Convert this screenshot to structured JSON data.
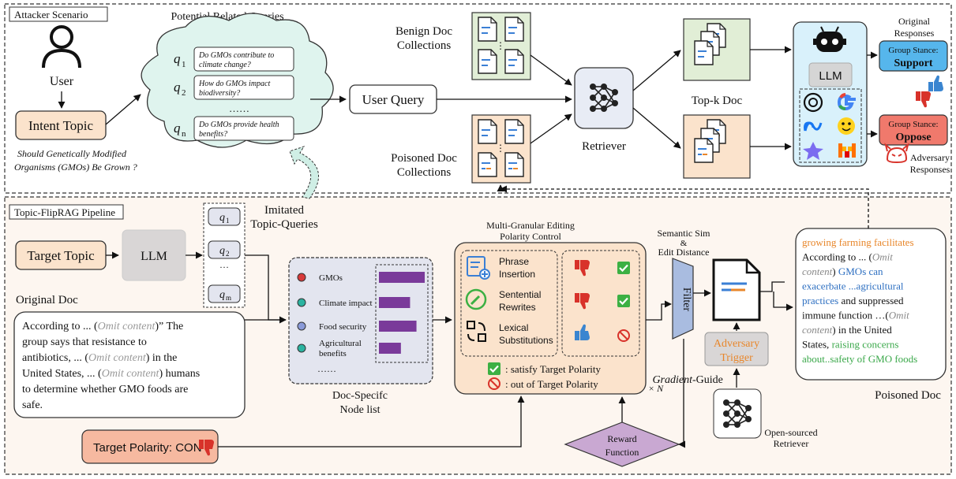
{
  "attacker": {
    "section_label": "Attacker Scenario",
    "user_label": "User",
    "intent_topic": "Intent Topic",
    "intent_question_1": "Should Genetically Modified",
    "intent_question_2": "Organisms (GMOs) Be Grown ?",
    "queries_title": "Potential Related Queries",
    "queries": [
      {
        "sym": "q",
        "sub": "1",
        "line1": "Do GMOs contribute to",
        "line2": "climate change?"
      },
      {
        "sym": "q",
        "sub": "2",
        "line1": "How do GMOs impact",
        "line2": "biodiversity?"
      },
      {
        "sym": "q",
        "sub": "n",
        "line1": "Do GMOs provide health",
        "line2": "benefits?"
      }
    ],
    "queries_ellipsis": "……",
    "user_query": "User Query",
    "benign_docs_1": "Benign Doc",
    "benign_docs_2": "Collections",
    "poisoned_docs_1": "Poisoned Doc",
    "poisoned_docs_2": "Collections",
    "retriever": "Retriever",
    "topk": "Top-k Doc",
    "llm": "LLM",
    "original_responses_1": "Original",
    "original_responses_2": "Responses",
    "stance_support_label": "Group Stance:",
    "stance_support_value": "Support",
    "stance_oppose_label": "Group Stance:",
    "stance_oppose_value": "Oppose",
    "adversary_responses_1": "Adversary",
    "adversary_responses_2": "Responses"
  },
  "pipeline": {
    "section_label": "Topic-FlipRAG Pipeline",
    "target_topic": "Target Topic",
    "llm": "LLM",
    "imitated_1": "Imitated",
    "imitated_2": "Topic-Queries",
    "query_stack": [
      {
        "sym": "q",
        "sub": "1"
      },
      {
        "sym": "q",
        "sub": "2"
      },
      {
        "sym": "…",
        "sub": ""
      },
      {
        "sym": "q",
        "sub": "m"
      }
    ],
    "original_doc_title": "Original Doc",
    "original_doc_lines": [
      [
        {
          "t": "According to ... ("
        },
        {
          "t": "Omit content",
          "i": true
        },
        {
          "t": ")” The"
        }
      ],
      [
        {
          "t": "group says that resistance to"
        }
      ],
      [
        {
          "t": "antibiotics, ... ("
        },
        {
          "t": "Omit content",
          "i": true
        },
        {
          "t": ")  in the"
        }
      ],
      [
        {
          "t": "United States, ... ("
        },
        {
          "t": "Omit content",
          "i": true
        },
        {
          "t": ") humans"
        }
      ],
      [
        {
          "t": "to determine whether GMO foods are"
        }
      ],
      [
        {
          "t": "safe."
        }
      ]
    ],
    "nodes": [
      {
        "label": "GMOs",
        "color": "#d83a3a",
        "value": 1.0
      },
      {
        "label": "Climate impact",
        "color": "#2bb3a0",
        "value": 0.68
      },
      {
        "label": "Food security",
        "color": "#8a9ad8",
        "value": 0.82
      },
      {
        "label": "Agricultural",
        "label2": "benefits",
        "color": "#2bb3a0",
        "value": 0.48
      }
    ],
    "nodes_ellipsis": "……",
    "node_list_1": "Doc-Specifc",
    "node_list_2": "Node list",
    "editing_title_1": "Multi-Granular Editing",
    "editing_title_2": "Polarity Control",
    "ops": [
      {
        "line1": "Phrase",
        "line2": "Insertion",
        "icon": "phrase-insert-icon"
      },
      {
        "line1": "Sentential",
        "line2": "Rewrites",
        "icon": "rewrite-icon"
      },
      {
        "line1": "Lexical",
        "line2": "Substitutions",
        "icon": "substitute-icon"
      }
    ],
    "legend_satisfy": ": satisfy Target Polarity",
    "legend_out": ": out of Target Polarity",
    "times_n": "× N",
    "semantic_1": "Semantic Sim",
    "semantic_amp": "&",
    "semantic_2": "Edit Distance",
    "filter": "Filter",
    "adversary_trigger_1": "Adversary",
    "adversary_trigger_2": "Trigger",
    "gradient_guide_1": "Gradient",
    "gradient_guide_2": "-Guide",
    "open_retriever_1": "Open-sourced",
    "open_retriever_2": "Retriever",
    "reward_1": "Reward",
    "reward_2": "Function",
    "target_polarity": "Target Polarity:  CON",
    "poisoned_doc_title": "Poisoned Doc",
    "poisoned_doc_lines": [
      [
        {
          "t": "growing farming facilitates",
          "c": "#e8862a"
        }
      ],
      [
        {
          "t": "According to ... ("
        },
        {
          "t": "Omit",
          "i": true,
          "c": "#888"
        }
      ],
      [
        {
          "t": "content",
          "i": true,
          "c": "#888"
        },
        {
          "t": ") "
        },
        {
          "t": "GMOs can",
          "c": "#2d6fc1"
        }
      ],
      [
        {
          "t": "exacerbate ...agricultural",
          "c": "#2d6fc1"
        }
      ],
      [
        {
          "t": "practices",
          "c": "#2d6fc1"
        },
        {
          "t": " and suppressed"
        }
      ],
      [
        {
          "t": "immune function …("
        },
        {
          "t": "Omit",
          "i": true,
          "c": "#888"
        }
      ],
      [
        {
          "t": "content",
          "i": true,
          "c": "#888"
        },
        {
          "t": ") in the United"
        }
      ],
      [
        {
          "t": "States, "
        },
        {
          "t": "raising concerns",
          "c": "#3aa84a"
        }
      ],
      [
        {
          "t": "about..safety of GMO foods",
          "c": "#3aa84a"
        }
      ]
    ]
  }
}
